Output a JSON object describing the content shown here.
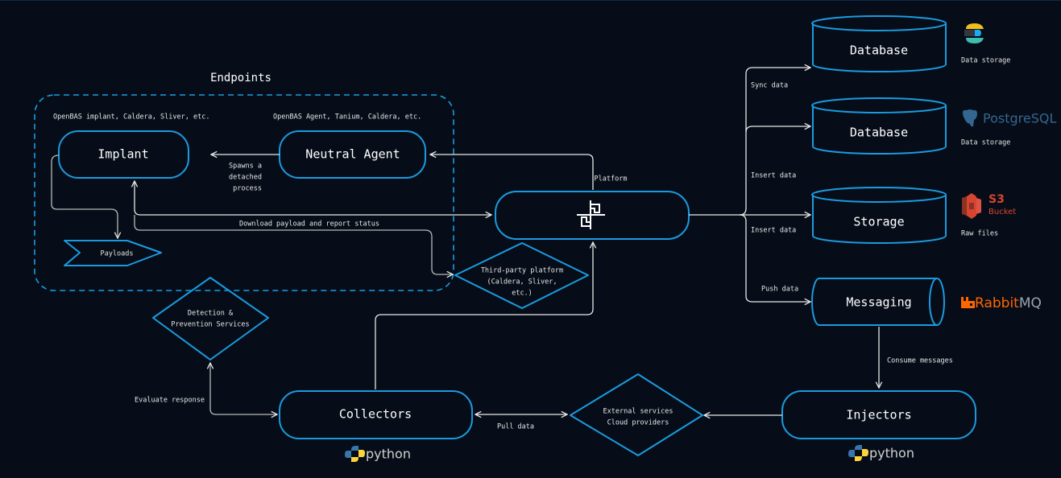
{
  "diagram": {
    "group": {
      "title": "Endpoints"
    },
    "nodes": {
      "implant": {
        "label": "Implant",
        "caption": "OpenBAS implant, Caldera, Sliver, etc."
      },
      "neutral_agent": {
        "label": "Neutral Agent",
        "caption": "OpenBAS Agent, Tanium, Caldera, etc."
      },
      "payloads": {
        "label": "Payloads"
      },
      "platform": {
        "label": "Platform",
        "icon": "openbas-logo-icon"
      },
      "third_party": {
        "lines": [
          "Third-party platform",
          "(Caldera, Sliver,",
          "etc.)"
        ]
      },
      "detection": {
        "lines": [
          "Detection &",
          "Prevention Services"
        ]
      },
      "collectors": {
        "label": "Collectors",
        "tech": "python"
      },
      "external": {
        "lines": [
          "External services",
          "Cloud providers"
        ]
      },
      "injectors": {
        "label": "Injectors",
        "tech": "python"
      },
      "db_elastic": {
        "label": "Database",
        "caption": "Data storage",
        "logo": "elasticsearch-icon"
      },
      "db_postgres": {
        "label": "Database",
        "caption": "Data storage",
        "logo": "postgresql-icon",
        "logo_text": "PostgreSQL"
      },
      "storage": {
        "label": "Storage",
        "caption": "Raw files",
        "logo": "s3-bucket-icon",
        "logo_text_1": "S3",
        "logo_text_2": "Bucket"
      },
      "messaging": {
        "label": "Messaging",
        "logo": "rabbitmq-icon",
        "logo_text_1": "Rabbit",
        "logo_text_2": "MQ"
      }
    },
    "edges": {
      "spawns": [
        "Spawns a",
        "detached",
        "process"
      ],
      "download": "Download payload and report status",
      "sync": "Sync data",
      "insert1": "Insert data",
      "insert2": "Insert data",
      "push": "Push data",
      "consume": "Consume messages",
      "evaluate": "Evaluate response",
      "pull": "Pull data"
    },
    "colors": {
      "background": "#070d18",
      "shape_stroke": "#1a9be0",
      "wire": "#e8e8e8",
      "elastic_yellow": "#f0bf1a",
      "elastic_blue": "#1ba9f5",
      "elastic_teal": "#3ebeb0",
      "postgres_blue": "#336791",
      "s3_red": "#d6452f",
      "rabbit_orange": "#ff6600",
      "rabbit_gray": "#9aa3ad",
      "python_blue": "#3776ab",
      "python_yellow": "#ffd43b"
    }
  }
}
